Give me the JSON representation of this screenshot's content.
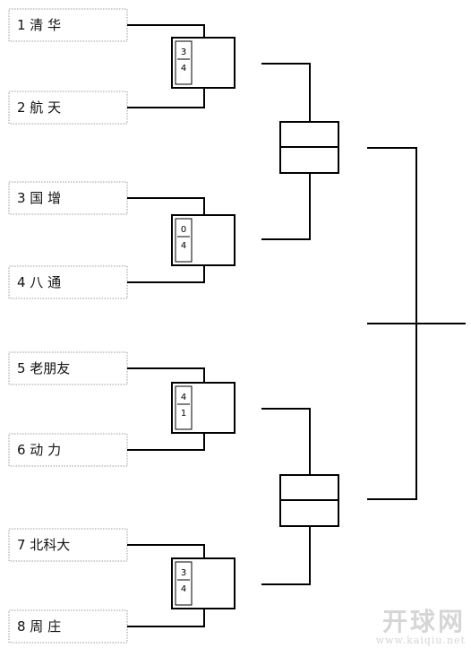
{
  "teams": [
    {
      "seed": "1",
      "name": "清 华"
    },
    {
      "seed": "2",
      "name": "航 天"
    },
    {
      "seed": "3",
      "name": "国 增"
    },
    {
      "seed": "4",
      "name": "八 通"
    },
    {
      "seed": "5",
      "name": "老朋友"
    },
    {
      "seed": "6",
      "name": "动 力"
    },
    {
      "seed": "7",
      "name": "北科大"
    },
    {
      "seed": "8",
      "name": "周 庄"
    }
  ],
  "first_round_scores": [
    {
      "top": "3",
      "bottom": "4"
    },
    {
      "top": "0",
      "bottom": "4"
    },
    {
      "top": "4",
      "bottom": "1"
    },
    {
      "top": "3",
      "bottom": "4"
    }
  ],
  "watermark": {
    "main": "开球网",
    "sub": "www.kaiqiu.net"
  }
}
